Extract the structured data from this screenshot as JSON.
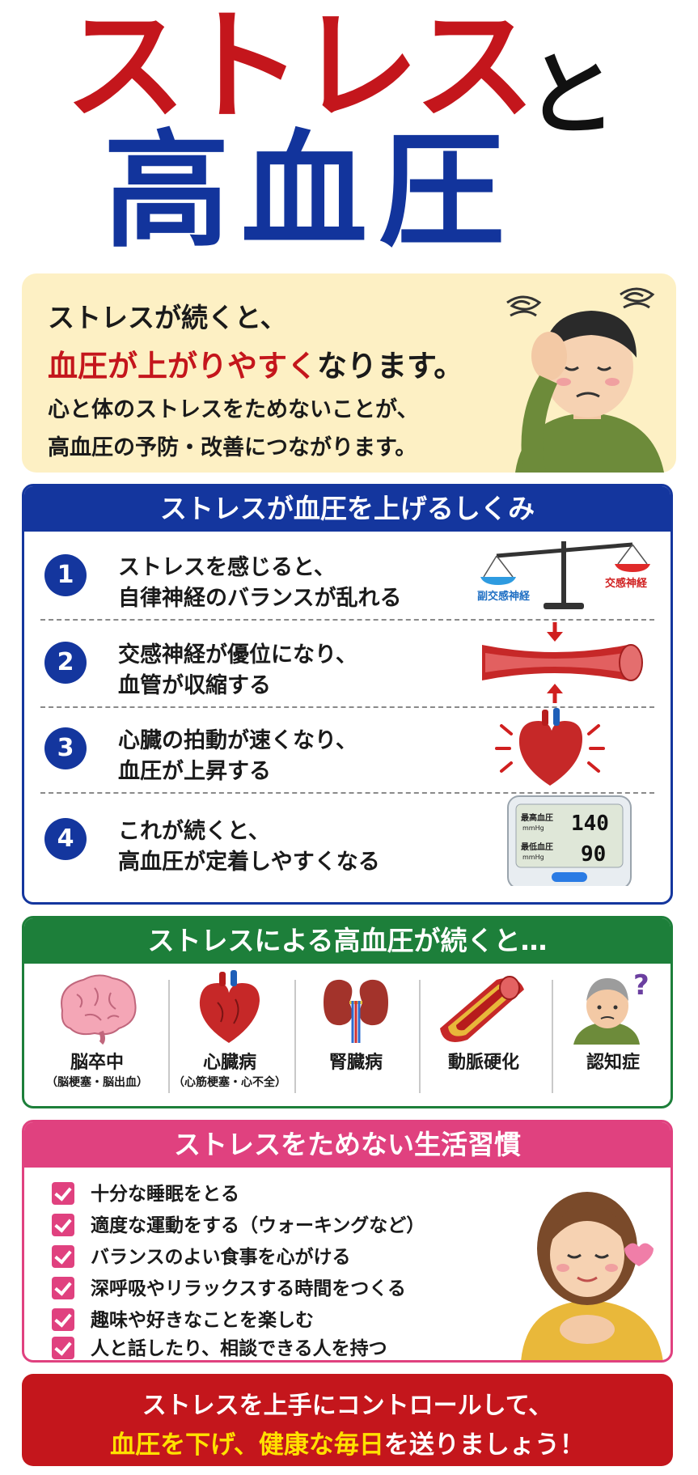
{
  "title": {
    "line1": "ストレス",
    "connector": "と",
    "line2": "高血圧"
  },
  "intro": {
    "line1": "ストレスが続くと、",
    "line2_highlight": "血圧が上がりやすく",
    "line2_rest": "なります。",
    "line3": "心と体のストレスをためないことが、",
    "line4": "高血圧の予防・改善につながります。"
  },
  "mechanism": {
    "heading": "ストレスが血圧を上げるしくみ",
    "steps": [
      {
        "number": "1",
        "line1": "ストレスを感じると、",
        "line2": "自律神経のバランスが乱れる"
      },
      {
        "number": "2",
        "line1": "交感神経が優位になり、",
        "line2": "血管が収縮する"
      },
      {
        "number": "3",
        "line1": "心臓の拍動が速くなり、",
        "line2": "血圧が上昇する"
      },
      {
        "number": "4",
        "line1": "これが続くと、",
        "line2": "高血圧が定着しやすくなる"
      }
    ],
    "scale": {
      "left_label": "副交感神経",
      "right_label": "交感神経"
    },
    "monitor": {
      "sys_label": "最高血圧",
      "dia_label": "最低血圧",
      "unit": "mmHg",
      "sys_value": "140",
      "dia_value": "90"
    }
  },
  "consequences": {
    "heading": "ストレスによる高血圧が続くと…",
    "items": [
      {
        "label": "脳卒中",
        "sub": "（脳梗塞・脳出血）"
      },
      {
        "label": "心臓病",
        "sub": "（心筋梗塞・心不全）"
      },
      {
        "label": "腎臓病",
        "sub": ""
      },
      {
        "label": "動脈硬化",
        "sub": ""
      },
      {
        "label": "認知症",
        "sub": ""
      }
    ]
  },
  "habits": {
    "heading": "ストレスをためない生活習慣",
    "items": [
      "十分な睡眠をとる",
      "適度な運動をする（ウォーキングなど）",
      "バランスのよい食事を心がける",
      "深呼吸やリラックスする時間をつくる",
      "趣味や好きなことを楽しむ",
      "人と話したり、相談できる人を持つ"
    ]
  },
  "footer": {
    "line1": "ストレスを上手にコントロールして、",
    "line2_part1": "血圧を下げ、",
    "line2_part2": "健康な毎日",
    "line2_part3": "を送りましょう！"
  },
  "colors": {
    "red": "#c4161c",
    "blue": "#14369e",
    "green": "#1d7f3a",
    "pink": "#e0417f",
    "cream": "#fdf0c4",
    "yellow": "#ffe100"
  }
}
